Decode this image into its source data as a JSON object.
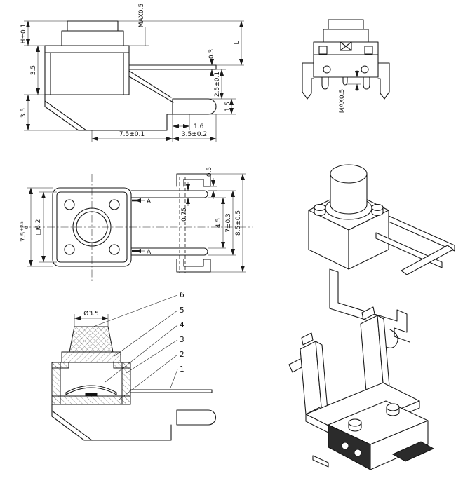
{
  "colors": {
    "background": "#ffffff",
    "line": "#1a1a1a"
  },
  "views": {
    "side": {
      "dims": {
        "stem_height": "H±0.1",
        "body_height": "3.5",
        "bracket_height": "3.5",
        "top_max": "MAX0.5",
        "lead_thickness": "0.3",
        "lead_to_foot": "2.5±0.1",
        "foot_height": "1.5",
        "lead_length": "L",
        "foot_offset": "1.6",
        "center_to_foot": "7.5±0.1",
        "foot_length": "3.5±0.2"
      }
    },
    "front": {
      "dims": {
        "pin_max": "MAX0.5"
      }
    },
    "top": {
      "dims": {
        "body_width": "7.5",
        "body_width_tol_upper": "+0.5",
        "body_width_tol_lower": "0",
        "inner_square": "□6.2",
        "hook_gap": "0.5",
        "pin_width": "0.75",
        "pin_inner_span": "4.5",
        "pin_outer_span": "7±0.3",
        "overall_span": "8.5±0.5"
      },
      "section_marks": {
        "top": "A",
        "bottom": "A"
      }
    },
    "section": {
      "dims": {
        "stem_diameter": "Ø3.5"
      },
      "callouts": [
        "6",
        "5",
        "4",
        "3",
        "2",
        "1"
      ]
    }
  }
}
